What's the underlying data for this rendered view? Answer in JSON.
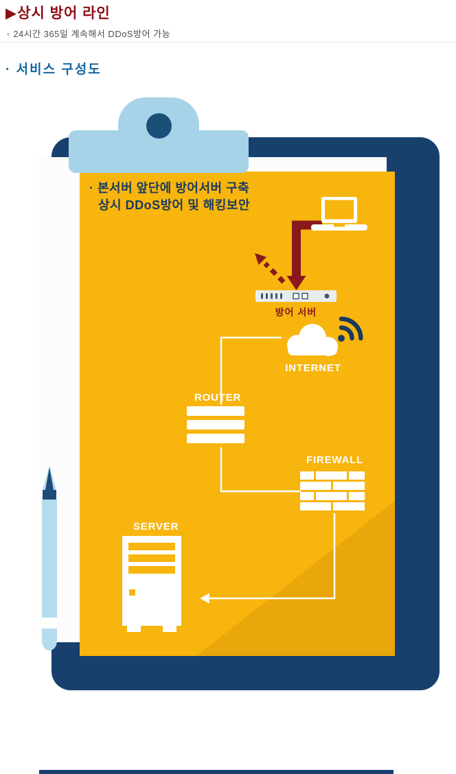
{
  "header": {
    "title": "▶상시 방어 라인",
    "note": "◦ 24시간 365일 계속해서 DDoS방어 가능",
    "section_title": "· 서비스  구성도"
  },
  "clipboard_note": {
    "line1": "· 본서버 앞단에 방어서버 구축",
    "line2": "상시 DDoS방어 및 해킹보안"
  },
  "labels": {
    "defense_server": "방어 서버",
    "internet": "INTERNET",
    "router": "ROUTER",
    "firewall": "FIREWALL",
    "server": "SERVER"
  },
  "colors": {
    "title_red": "#8E0D12",
    "arrow_red": "#8A191D",
    "clipboard_navy": "#17406D",
    "clip_blue": "#A6D3E8",
    "clip_hole": "#1B4F78",
    "paper_yellow": "#F7B50E",
    "paper_shadow": "#E9A70B",
    "text_navy": "#1A3A5F",
    "section_blue": "#1566A0"
  }
}
